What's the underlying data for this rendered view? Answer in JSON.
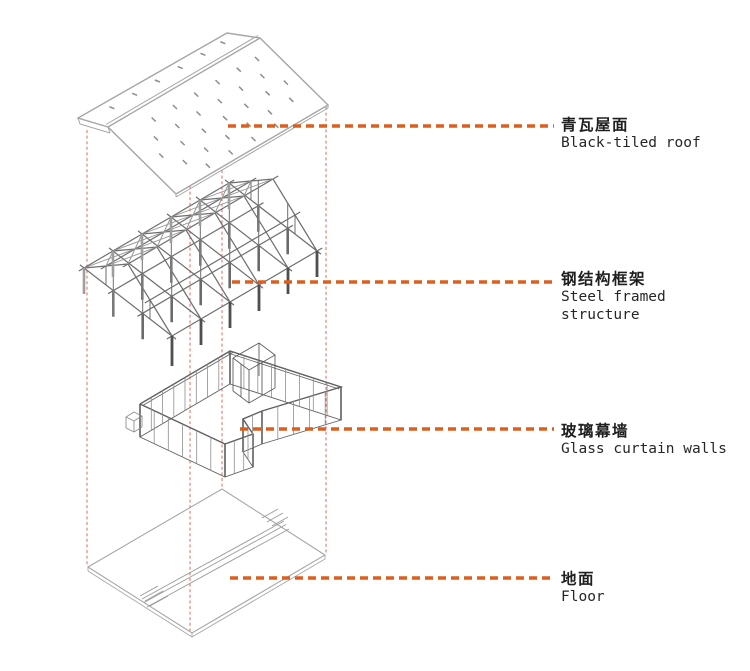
{
  "labels": [
    {
      "id": "roof",
      "zh": "青瓦屋面",
      "en": "Black-tiled roof"
    },
    {
      "id": "steel",
      "zh": "钢结构框架",
      "en": "Steel framed structure"
    },
    {
      "id": "glass",
      "zh": "玻璃幕墙",
      "en": "Glass curtain walls"
    },
    {
      "id": "floor",
      "zh": "地面",
      "en": "Floor"
    }
  ],
  "colors": {
    "leader": "#dc5f1e",
    "guide": "#e0685f",
    "line_light": "#a6a6a6",
    "line_mid": "#8c8c8c",
    "line_steel": "#6e6e6e",
    "line_glass": "#5f5f5f",
    "text": "#1f1f1f",
    "background": "#ffffff"
  }
}
